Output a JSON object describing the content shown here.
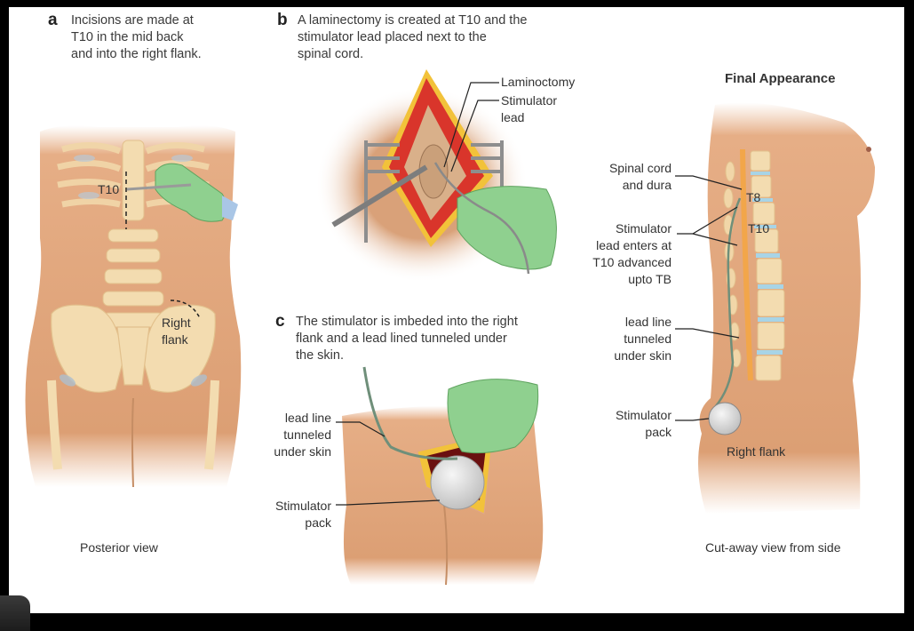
{
  "panels": {
    "a": {
      "letter": "a",
      "caption": [
        "Incisions are made at",
        "T10 in the mid back",
        "and into the right flank."
      ],
      "labels": {
        "t10": "T10",
        "right_flank": [
          "Right",
          "flank"
        ]
      },
      "view_label": "Posterior view"
    },
    "b": {
      "letter": "b",
      "caption": [
        "A laminectomy is created at T10 and the",
        "stimulator lead placed next to the",
        "spinal cord."
      ],
      "labels": {
        "laminectomy": "Laminoctomy",
        "stimulator_lead": [
          "Stimulator",
          "lead"
        ]
      }
    },
    "c": {
      "letter": "c",
      "caption": [
        "The stimulator is imbeded into the right",
        "flank and a lead lined tunneled under",
        "the skin."
      ],
      "labels": {
        "lead_line": [
          "lead line",
          "tunneled",
          "under skin"
        ],
        "stimulator_pack": [
          "Stimulator",
          "pack"
        ]
      }
    },
    "final": {
      "heading": "Final Appearance",
      "labels": {
        "spinal_cord": [
          "Spinal cord",
          "and dura"
        ],
        "t8": "T8",
        "t10": "T10",
        "stimulator_lead": [
          "Stimulator",
          "lead enters at",
          "T10 advanced",
          "upto TB"
        ],
        "lead_line": [
          "lead line",
          "tunneled",
          "under skin"
        ],
        "stimulator_pack": [
          "Stimulator",
          "pack"
        ],
        "right_flank": "Right flank"
      },
      "view_label": "Cut-away view from side"
    }
  },
  "colors": {
    "skin": "#e2a87e",
    "bone": "#f3dcb0",
    "glove": "#8fd08f",
    "muscle": "#d9352b",
    "fat": "#f2c23a",
    "disc": "#a8d4e6",
    "lead": "#6f8f7a",
    "device": "#d8d8d8"
  }
}
